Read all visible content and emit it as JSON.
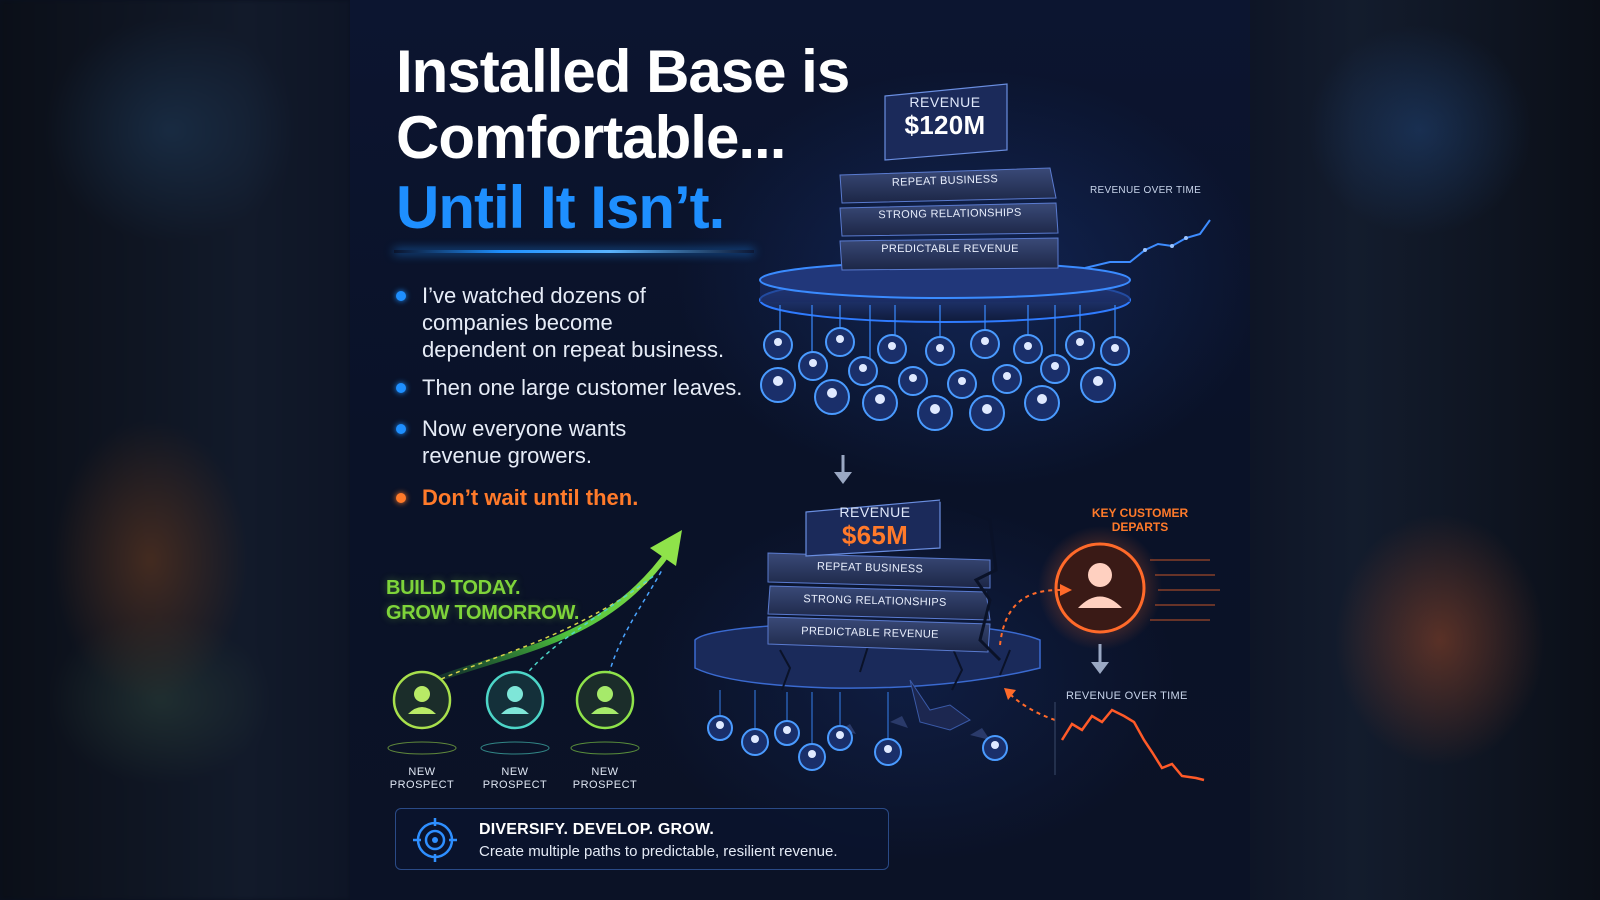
{
  "headline": {
    "line1": "Installed Base is",
    "line2": "Comfortable...",
    "line3": "Until It Isn’t."
  },
  "bullets": [
    {
      "text": "I’ve watched dozens of\ncompanies become\ndependent on repeat business.",
      "color": "#1e8fff"
    },
    {
      "text": "Then one large customer leaves.",
      "color": "#1e8fff"
    },
    {
      "text": "Now everyone wants\nrevenue growers.",
      "color": "#1e8fff"
    },
    {
      "text": "Don’t wait until then.",
      "color": "#ff7a2a"
    }
  ],
  "growth_callout": {
    "line1": "BUILD TODAY.",
    "line2": "GROW TOMORROW."
  },
  "prospects": [
    {
      "label_line1": "NEW",
      "label_line2": "PROSPECT"
    },
    {
      "label_line1": "NEW",
      "label_line2": "PROSPECT"
    },
    {
      "label_line1": "NEW",
      "label_line2": "PROSPECT"
    }
  ],
  "top_stack": {
    "revenue_label": "REVENUE",
    "revenue_value": "$120M",
    "layers": [
      "REPEAT BUSINESS",
      "STRONG RELATIONSHIPS",
      "PREDICTABLE REVENUE"
    ],
    "trend_label": "REVENUE OVER TIME"
  },
  "bottom_stack": {
    "revenue_label": "REVENUE",
    "revenue_value": "$65M",
    "layers": [
      "REPEAT BUSINESS",
      "STRONG RELATIONSHIPS",
      "PREDICTABLE REVENUE"
    ],
    "trend_label": "REVENUE OVER TIME",
    "departure_label": "KEY CUSTOMER DEPARTS"
  },
  "banner": {
    "headline": "DIVERSIFY. DEVELOP. GROW.",
    "subline": "Create multiple paths to predictable, resilient revenue.",
    "icon": "target-icon"
  },
  "colors": {
    "accent_blue": "#1e8fff",
    "accent_orange": "#ff7a2a",
    "accent_green": "#7ed43a",
    "background": "#0a1228"
  }
}
